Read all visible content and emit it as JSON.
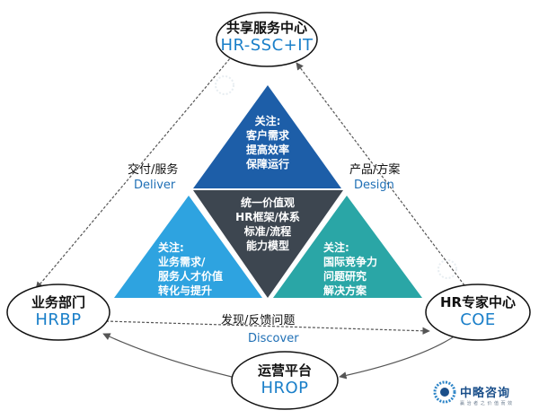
{
  "nodes": {
    "top": {
      "zh": "共享服务中心",
      "en": "HR-SSC+IT"
    },
    "left": {
      "zh": "业务部门",
      "en": "HRBP"
    },
    "right": {
      "zh": "HR专家中心",
      "en": "COE"
    },
    "bottom": {
      "zh": "运营平台",
      "en": "HROP"
    }
  },
  "flows": {
    "deliver": {
      "zh": "交付/服务",
      "en": "Deliver"
    },
    "design": {
      "zh": "产品/方案",
      "en": "Design"
    },
    "discover": {
      "zh": "发现/反馈问题",
      "en": "Discover"
    }
  },
  "triangles": {
    "top": {
      "head": "关注:",
      "lines": [
        "客户需求",
        "提高效率",
        "保障运行"
      ]
    },
    "center": {
      "lines": [
        "统一价值观",
        "HR框架/体系",
        "标准/流程",
        "能力模型"
      ]
    },
    "left": {
      "head": "关注:",
      "lines": [
        "业务需求/",
        "服务人才价值",
        "转化与提升"
      ]
    },
    "right": {
      "head": "关注:",
      "lines": [
        "国际竞争力",
        "问题研究",
        "解决方案"
      ]
    }
  },
  "brand": {
    "name": "中略咨询",
    "tagline": "赢 治 者 之 价 值 而 效"
  },
  "colors": {
    "top_triangle": "#1d5ea8",
    "center_triangle": "#3d4650",
    "left_triangle": "#2ea3e0",
    "right_triangle": "#2aa6a6",
    "accent_blue": "#1a7fc9"
  }
}
